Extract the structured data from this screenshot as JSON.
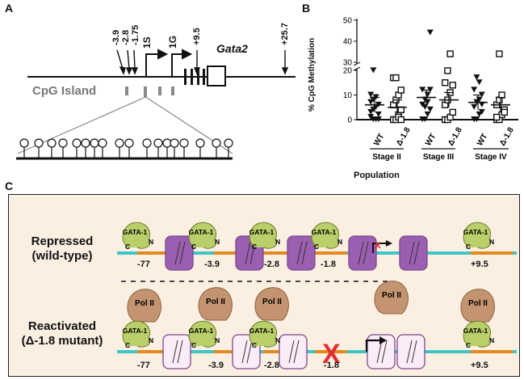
{
  "panels": {
    "a": "A",
    "b": "B",
    "c": "C"
  },
  "panel_a": {
    "site_labels": [
      "-3.9",
      "-2.8",
      "-1.75",
      "+9.5",
      "+25.7"
    ],
    "promoter_labels": [
      "1S",
      "1G"
    ],
    "gene": "Gata2",
    "cpg_label": "CpG Island"
  },
  "panel_b": {
    "y_label": "% CpG Methylation",
    "y_ticks": [
      "50",
      "40",
      "30",
      "20",
      "10",
      "0"
    ],
    "categories": [
      "WT",
      "Δ-1.8",
      "WT",
      "Δ-1.8",
      "WT",
      "Δ-1.8"
    ],
    "stages": [
      "Stage II",
      "Stage III",
      "Stage IV"
    ],
    "x_label": "Population"
  },
  "chart_data": {
    "type": "scatter",
    "ylabel": "% CpG Methylation",
    "xlabel": "Population",
    "ylim": [
      0,
      50
    ],
    "categories": [
      "WT",
      "Δ-1.8",
      "WT",
      "Δ-1.8",
      "WT",
      "Δ-1.8"
    ],
    "groups": [
      "Stage II",
      "Stage III",
      "Stage IV"
    ],
    "means": [
      6,
      5,
      9,
      8,
      7,
      6
    ]
  },
  "panel_c": {
    "repressed": "Repressed\n(wild-type)",
    "reactivated": "Reactivated\n(Δ-1.8 mutant)",
    "gata": "GATA-1",
    "c_letter": "C",
    "n_letter": "N",
    "pol": "Pol II",
    "positions_top": [
      "-77",
      "-3.9",
      "-2.8",
      "-1.8",
      "+9.5"
    ],
    "positions_bottom": [
      "-77",
      "-3.9",
      "-2.8",
      "-1.8",
      "+9.5"
    ],
    "x_mark": "X",
    "small_x": "x",
    "colors": {
      "teal": "#3ec6c6",
      "orange": "#e38a1f",
      "nucleosome": "#9a5fb0",
      "pol": "#c49470",
      "gata": "#b9cf6a",
      "box_bg": "#fbefe2"
    }
  }
}
